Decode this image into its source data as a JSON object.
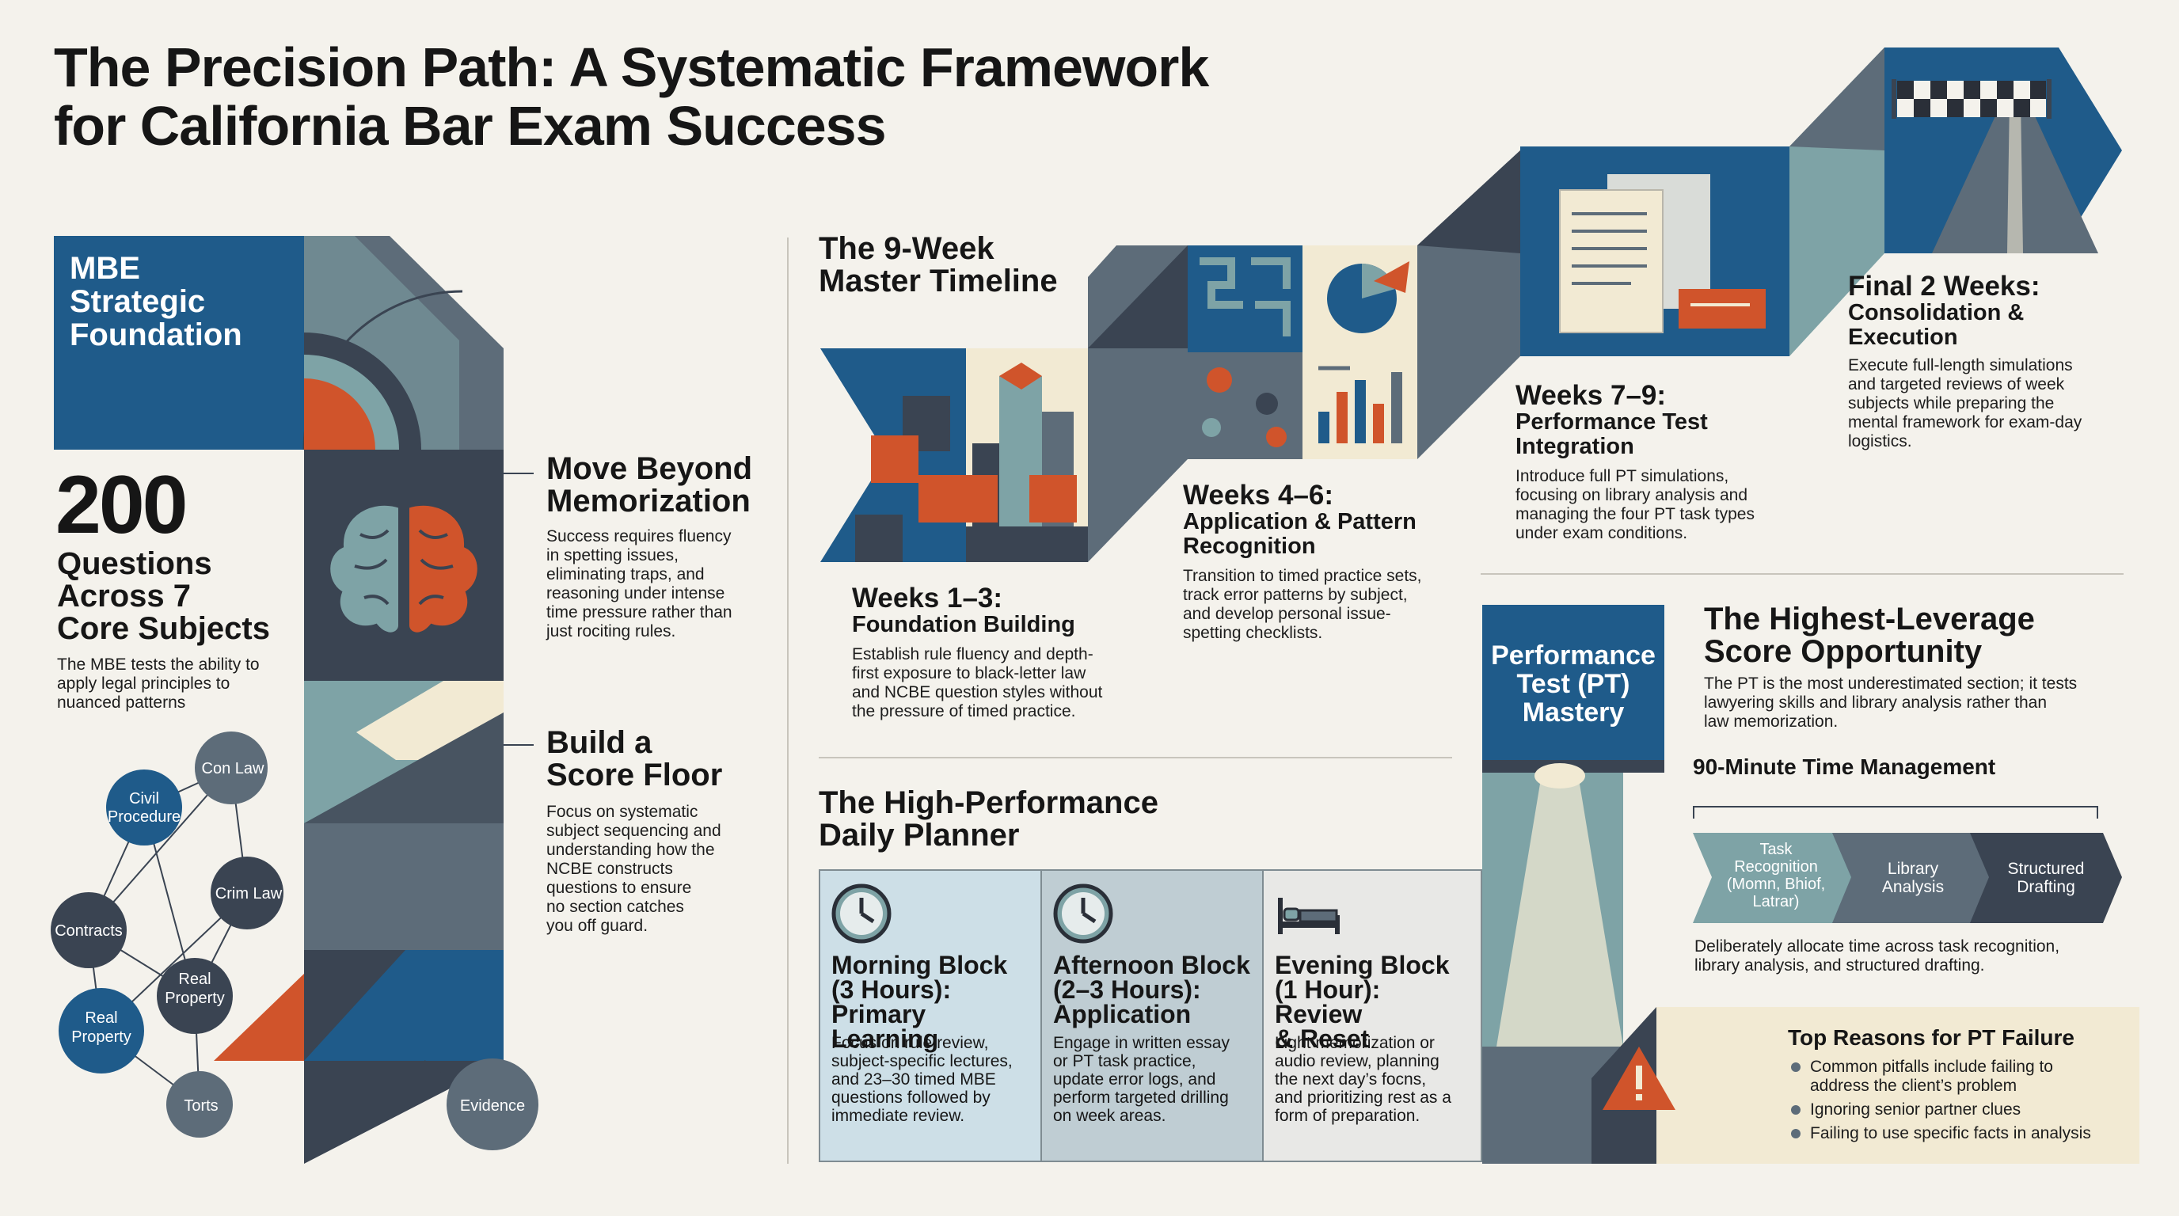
{
  "title": {
    "line1": "The Precision Path: A Systematic Framework",
    "line2": "for California Bar Exam Success"
  },
  "mbe": {
    "heading_lines": [
      "MBE",
      "Strategic",
      "Foundation"
    ],
    "stat_number": "200",
    "stat_lines": [
      "Questions",
      "Across 7",
      "Core Subjects"
    ],
    "stat_desc_lines": [
      "The MBE tests the ability to",
      "apply legal principles to",
      "nuanced patterns"
    ],
    "network_nodes": [
      "Civil Procedure",
      "Con Law",
      "Crim Law",
      "Contracts",
      "Real Property",
      "Real Property",
      "Torts",
      "Evidence"
    ]
  },
  "memorization": {
    "title_lines": [
      "Move Beyond",
      "Memorization"
    ],
    "desc_lines": [
      "Success requires fluency",
      "in spetting issues,",
      "eliminating traps, and",
      "reasoning under intense",
      "time pressure rather than",
      "just rociting rules."
    ]
  },
  "score_floor": {
    "title_lines": [
      "Build a",
      "Score Floor"
    ],
    "desc_lines": [
      "Focus on systematic",
      "subject sequencing and",
      "understanding how the",
      "NCBE constructs",
      "questions to ensure",
      "no section catches",
      "you off guard."
    ]
  },
  "timeline": {
    "title_lines": [
      "The 9-Week",
      "Master Timeline"
    ],
    "phases": [
      {
        "title": "Weeks 1–3:",
        "subtitle_lines": [
          "Foundation Building"
        ],
        "desc_lines": [
          "Establish rule fluency and depth-",
          "first exposure to black-letter law",
          "and NCBE question styles without",
          "the pressure of timed practice."
        ]
      },
      {
        "title": "Weeks 4–6:",
        "subtitle_lines": [
          "Application & Pattern",
          "Recognition"
        ],
        "desc_lines": [
          "Transition to timed practice sets,",
          "track error patterns by subject,",
          "and develop personal issue-",
          "spetting checklists."
        ]
      },
      {
        "title": "Weeks 7–9:",
        "subtitle_lines": [
          "Performance Test",
          "Integration"
        ],
        "desc_lines": [
          "Introduce full PT simulations,",
          "focusing on library analysis and",
          "managing the four PT task types",
          "under exam conditions."
        ]
      },
      {
        "title": "Final 2 Weeks:",
        "subtitle_lines": [
          "Consolidation &",
          "Execution"
        ],
        "desc_lines": [
          "Execute full-length simulations",
          "and targeted reviews of week",
          "subjects while preparing the",
          "mental framework for exam-day",
          "logistics."
        ]
      }
    ]
  },
  "planner": {
    "title_lines": [
      "The High-Performance",
      "Daily Planner"
    ],
    "blocks": [
      {
        "icon": "clock-icon",
        "title_lines": [
          "Morning Block",
          "(3 Hours):",
          "Primary Learning"
        ],
        "desc_lines": [
          "Focus on rule review,",
          "subject-specific lectures,",
          "and 23–30 timed MBE",
          "questions followed by",
          "immediate review."
        ]
      },
      {
        "icon": "clock-icon",
        "title_lines": [
          "Afternoon Block",
          "(2–3 Hours):",
          "Application"
        ],
        "desc_lines": [
          "Engage in written essay",
          "or PT task practice,",
          "update error logs, and",
          "perform targeted drilling",
          "on week areas."
        ]
      },
      {
        "icon": "bed-icon",
        "title_lines": [
          "Evening Block",
          "(1 Hour): Review",
          "& Reset"
        ],
        "desc_lines": [
          "Light memorization or",
          "audio review, planning",
          "the next day’s focns,",
          "and prioritizing rest as a",
          "form of preparation."
        ]
      }
    ]
  },
  "pt": {
    "banner_lines": [
      "Performance",
      "Test (PT)",
      "Mastery"
    ],
    "title_lines": [
      "The Highest-Leverage",
      "Score Opportunity"
    ],
    "desc_lines": [
      "The PT is the most underestimated section; it tests",
      "lawyering skills and library analysis rather than",
      "law memorization."
    ],
    "time_heading": "90-Minute Time Management",
    "steps": [
      {
        "lines": [
          "Task",
          "Recognition",
          "(Momn, Bhiof,",
          "Latrar)"
        ]
      },
      {
        "lines": [
          "Library",
          "Analysis"
        ]
      },
      {
        "lines": [
          "Structured",
          "Drafting"
        ]
      }
    ],
    "steps_desc_lines": [
      "Deliberately allocate time across task recognition,",
      "library analysis, and structured drafting."
    ],
    "failure": {
      "title": "Top Reasons for PT Failure",
      "items": [
        {
          "lines": [
            "Common pitfalls include failing to",
            "address the client’s problem"
          ]
        },
        {
          "lines": [
            "Ignoring senior partner clues"
          ]
        },
        {
          "lines": [
            "Failing to use specific facts in analysis"
          ]
        }
      ]
    }
  },
  "colors": {
    "navy": "#1f5b8a",
    "dark": "#3a4452",
    "slate": "#5d6c79",
    "teal": "#7ea3a6",
    "orange": "#d0542b",
    "cream": "#f2ead3"
  }
}
